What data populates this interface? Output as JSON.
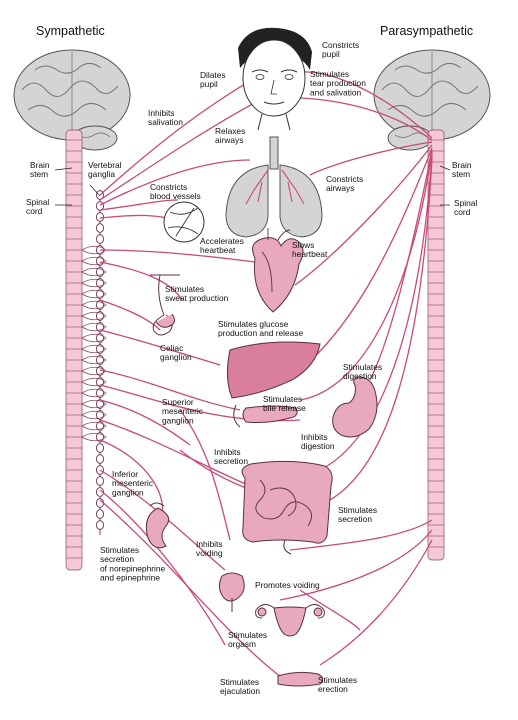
{
  "headings": {
    "sympathetic": "Sympathetic",
    "parasympathetic": "Parasympathetic"
  },
  "labels": {
    "constricts_pupil": [
      "Constricts",
      "pupil"
    ],
    "dilates_pupil": [
      "Dilates",
      "pupil"
    ],
    "stimulates_tear": [
      "Stimulates",
      "tear production",
      "and salivation"
    ],
    "inhibits_salivation": [
      "Inhibits",
      "salivation"
    ],
    "relaxes_airways": [
      "Relaxes",
      "airways"
    ],
    "constricts_airways": [
      "Constricts",
      "airways"
    ],
    "brain_stem_left": [
      "Brain",
      "stem"
    ],
    "brain_stem_right": [
      "Brain",
      "stem"
    ],
    "vertebral_ganglia": [
      "Vertebral",
      "ganglia"
    ],
    "constricts_vessels": [
      "Constricts",
      "blood vessels"
    ],
    "spinal_cord_left": [
      "Spinal",
      "cord"
    ],
    "spinal_cord_right": [
      "Spinal",
      "cord"
    ],
    "accelerates_heartbeat": [
      "Accelerates",
      "heartbeat"
    ],
    "slows_heartbeat": [
      "Slows",
      "heartbeat"
    ],
    "stimulates_sweat": [
      "Stimulates",
      "sweat production"
    ],
    "stimulates_glucose": [
      "Stimulates glucose",
      "production and release"
    ],
    "celiac_ganglion": [
      "Celiac",
      "ganglion"
    ],
    "stimulates_digestion": [
      "Stimulates",
      "digestion"
    ],
    "superior_mesenteric": [
      "Superior",
      "mesenteric",
      "ganglion"
    ],
    "stimulates_bile": [
      "Stimulates",
      "bile release"
    ],
    "inhibits_digestion": [
      "Inhibits",
      "digestion"
    ],
    "inhibits_secretion": [
      "Inhibits",
      "secretion"
    ],
    "inferior_mesenteric": [
      "Inferior",
      "mesenteric",
      "ganglion"
    ],
    "stimulates_secretion": [
      "Stimulates",
      "secretion"
    ],
    "stimulates_norepinephrine": [
      "Stimulates",
      "secretion",
      "of norepinephrine",
      "and epinephrine"
    ],
    "inhibits_voiding": [
      "Inhibits",
      "voiding"
    ],
    "promotes_voiding": [
      "Promotes voiding"
    ],
    "stimulates_orgasm": [
      "Stimulates",
      "orgasm"
    ],
    "stimulates_ejaculation": [
      "Stimulates",
      "ejaculation"
    ],
    "stimulates_erection": [
      "Stimulates",
      "erection"
    ]
  }
}
